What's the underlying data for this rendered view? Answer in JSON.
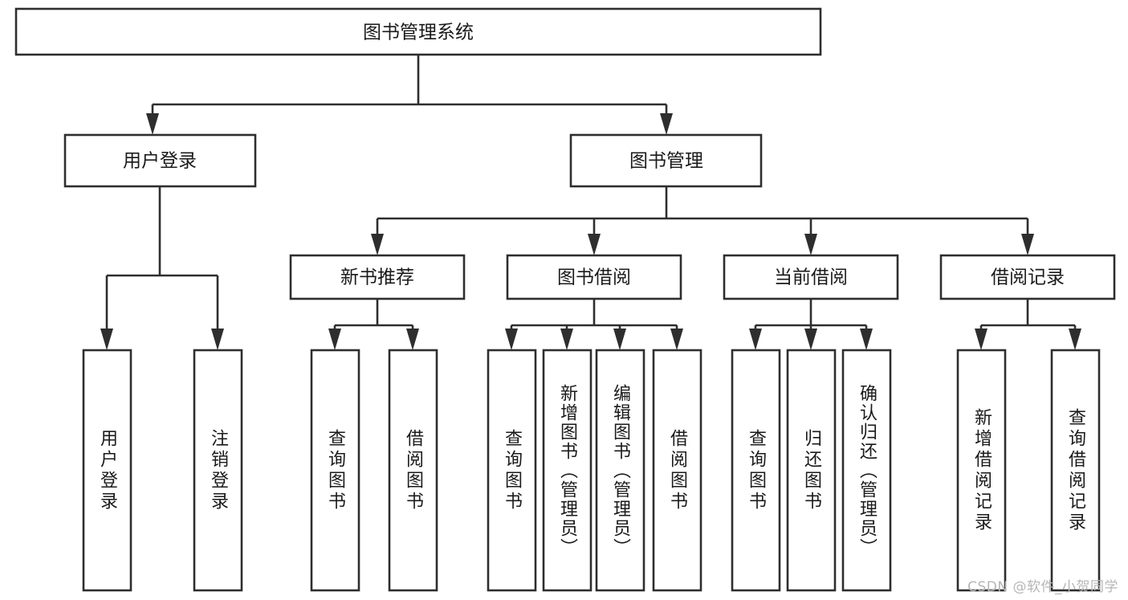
{
  "diagram": {
    "type": "tree-hierarchy",
    "title": "图书管理系统",
    "watermark": "CSDN @软件_小贺同学",
    "orientation": "top-down",
    "colors": {
      "box_stroke": "#2e2e2e",
      "box_fill": "#ffffff",
      "text": "#1a1a1a",
      "background": "#ffffff",
      "watermark": "#b6b6b6"
    },
    "root": {
      "id": "root",
      "label": "图书管理系统",
      "text_orientation": "horizontal"
    },
    "level1": [
      {
        "id": "user-login",
        "label": "用户登录",
        "text_orientation": "horizontal"
      },
      {
        "id": "book-management",
        "label": "图书管理",
        "text_orientation": "horizontal"
      }
    ],
    "level2": [
      {
        "id": "new-book-recommend",
        "label": "新书推荐",
        "parent": "book-management",
        "text_orientation": "horizontal"
      },
      {
        "id": "book-borrow",
        "label": "图书借阅",
        "parent": "book-management",
        "text_orientation": "horizontal"
      },
      {
        "id": "current-borrow",
        "label": "当前借阅",
        "parent": "book-management",
        "text_orientation": "horizontal"
      },
      {
        "id": "borrow-record",
        "label": "借阅记录",
        "parent": "book-management",
        "text_orientation": "horizontal"
      }
    ],
    "leaves": [
      {
        "id": "leaf-user-login",
        "label": "用户登录",
        "parent": "user-login",
        "text_orientation": "vertical"
      },
      {
        "id": "leaf-user-logout",
        "label": "注销登录",
        "parent": "user-login",
        "text_orientation": "vertical"
      },
      {
        "id": "leaf-query-book-rec",
        "label": "查询图书",
        "parent": "new-book-recommend",
        "text_orientation": "vertical"
      },
      {
        "id": "leaf-borrow-book-rec",
        "label": "借阅图书",
        "parent": "new-book-recommend",
        "text_orientation": "vertical"
      },
      {
        "id": "leaf-query-book-borrow",
        "label": "查询图书",
        "parent": "book-borrow",
        "text_orientation": "vertical"
      },
      {
        "id": "leaf-add-book-admin",
        "label": "新增图书（管理员）",
        "parent": "book-borrow",
        "text_orientation": "vertical"
      },
      {
        "id": "leaf-edit-book-admin",
        "label": "编辑图书（管理员）",
        "parent": "book-borrow",
        "text_orientation": "vertical"
      },
      {
        "id": "leaf-borrow-book",
        "label": "借阅图书",
        "parent": "book-borrow",
        "text_orientation": "vertical"
      },
      {
        "id": "leaf-query-book-current",
        "label": "查询图书",
        "parent": "current-borrow",
        "text_orientation": "vertical"
      },
      {
        "id": "leaf-return-book",
        "label": "归还图书",
        "parent": "current-borrow",
        "text_orientation": "vertical"
      },
      {
        "id": "leaf-confirm-return-admin",
        "label": "确认归还（管理员）",
        "parent": "current-borrow",
        "text_orientation": "vertical"
      },
      {
        "id": "leaf-add-borrow-record",
        "label": "新增借阅记录",
        "parent": "borrow-record",
        "text_orientation": "vertical"
      },
      {
        "id": "leaf-query-borrow-record",
        "label": "查询借阅记录",
        "parent": "borrow-record",
        "text_orientation": "vertical"
      }
    ]
  }
}
